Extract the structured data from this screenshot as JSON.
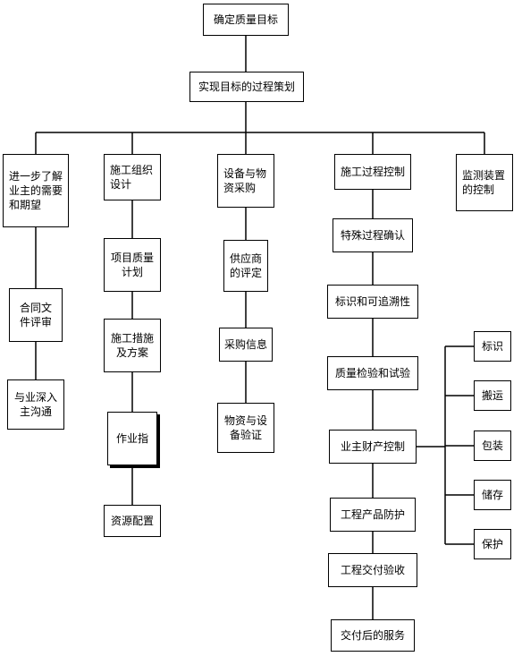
{
  "root": "确定质量目标",
  "planning": "实现目标的过程策划",
  "branches": [
    {
      "title": "进一步了解\n业主的需要\n和期望",
      "children": [
        "合同文\n件评审",
        "与业深入\n主沟通"
      ]
    },
    {
      "title": "施工组织\n设计",
      "children": [
        "项目质量\n计划",
        "施工措施\n及方案",
        "作业指",
        "资源配置"
      ]
    },
    {
      "title": "设备与物\n资采购",
      "children": [
        "供应商\n的评定",
        "采购信息",
        "物资与设\n备验证"
      ]
    },
    {
      "title": "施工过程控制",
      "children": [
        "特殊过程确认",
        "标识和可追溯性",
        "质量检验和试验",
        "业主财产控制",
        "工程产品防护",
        "工程交付验收",
        "交付后的服务"
      ]
    },
    {
      "title": "监测装置\n的控制",
      "children": []
    }
  ],
  "property_items": [
    "标识",
    "搬运",
    "包装",
    "储存",
    "保护"
  ]
}
